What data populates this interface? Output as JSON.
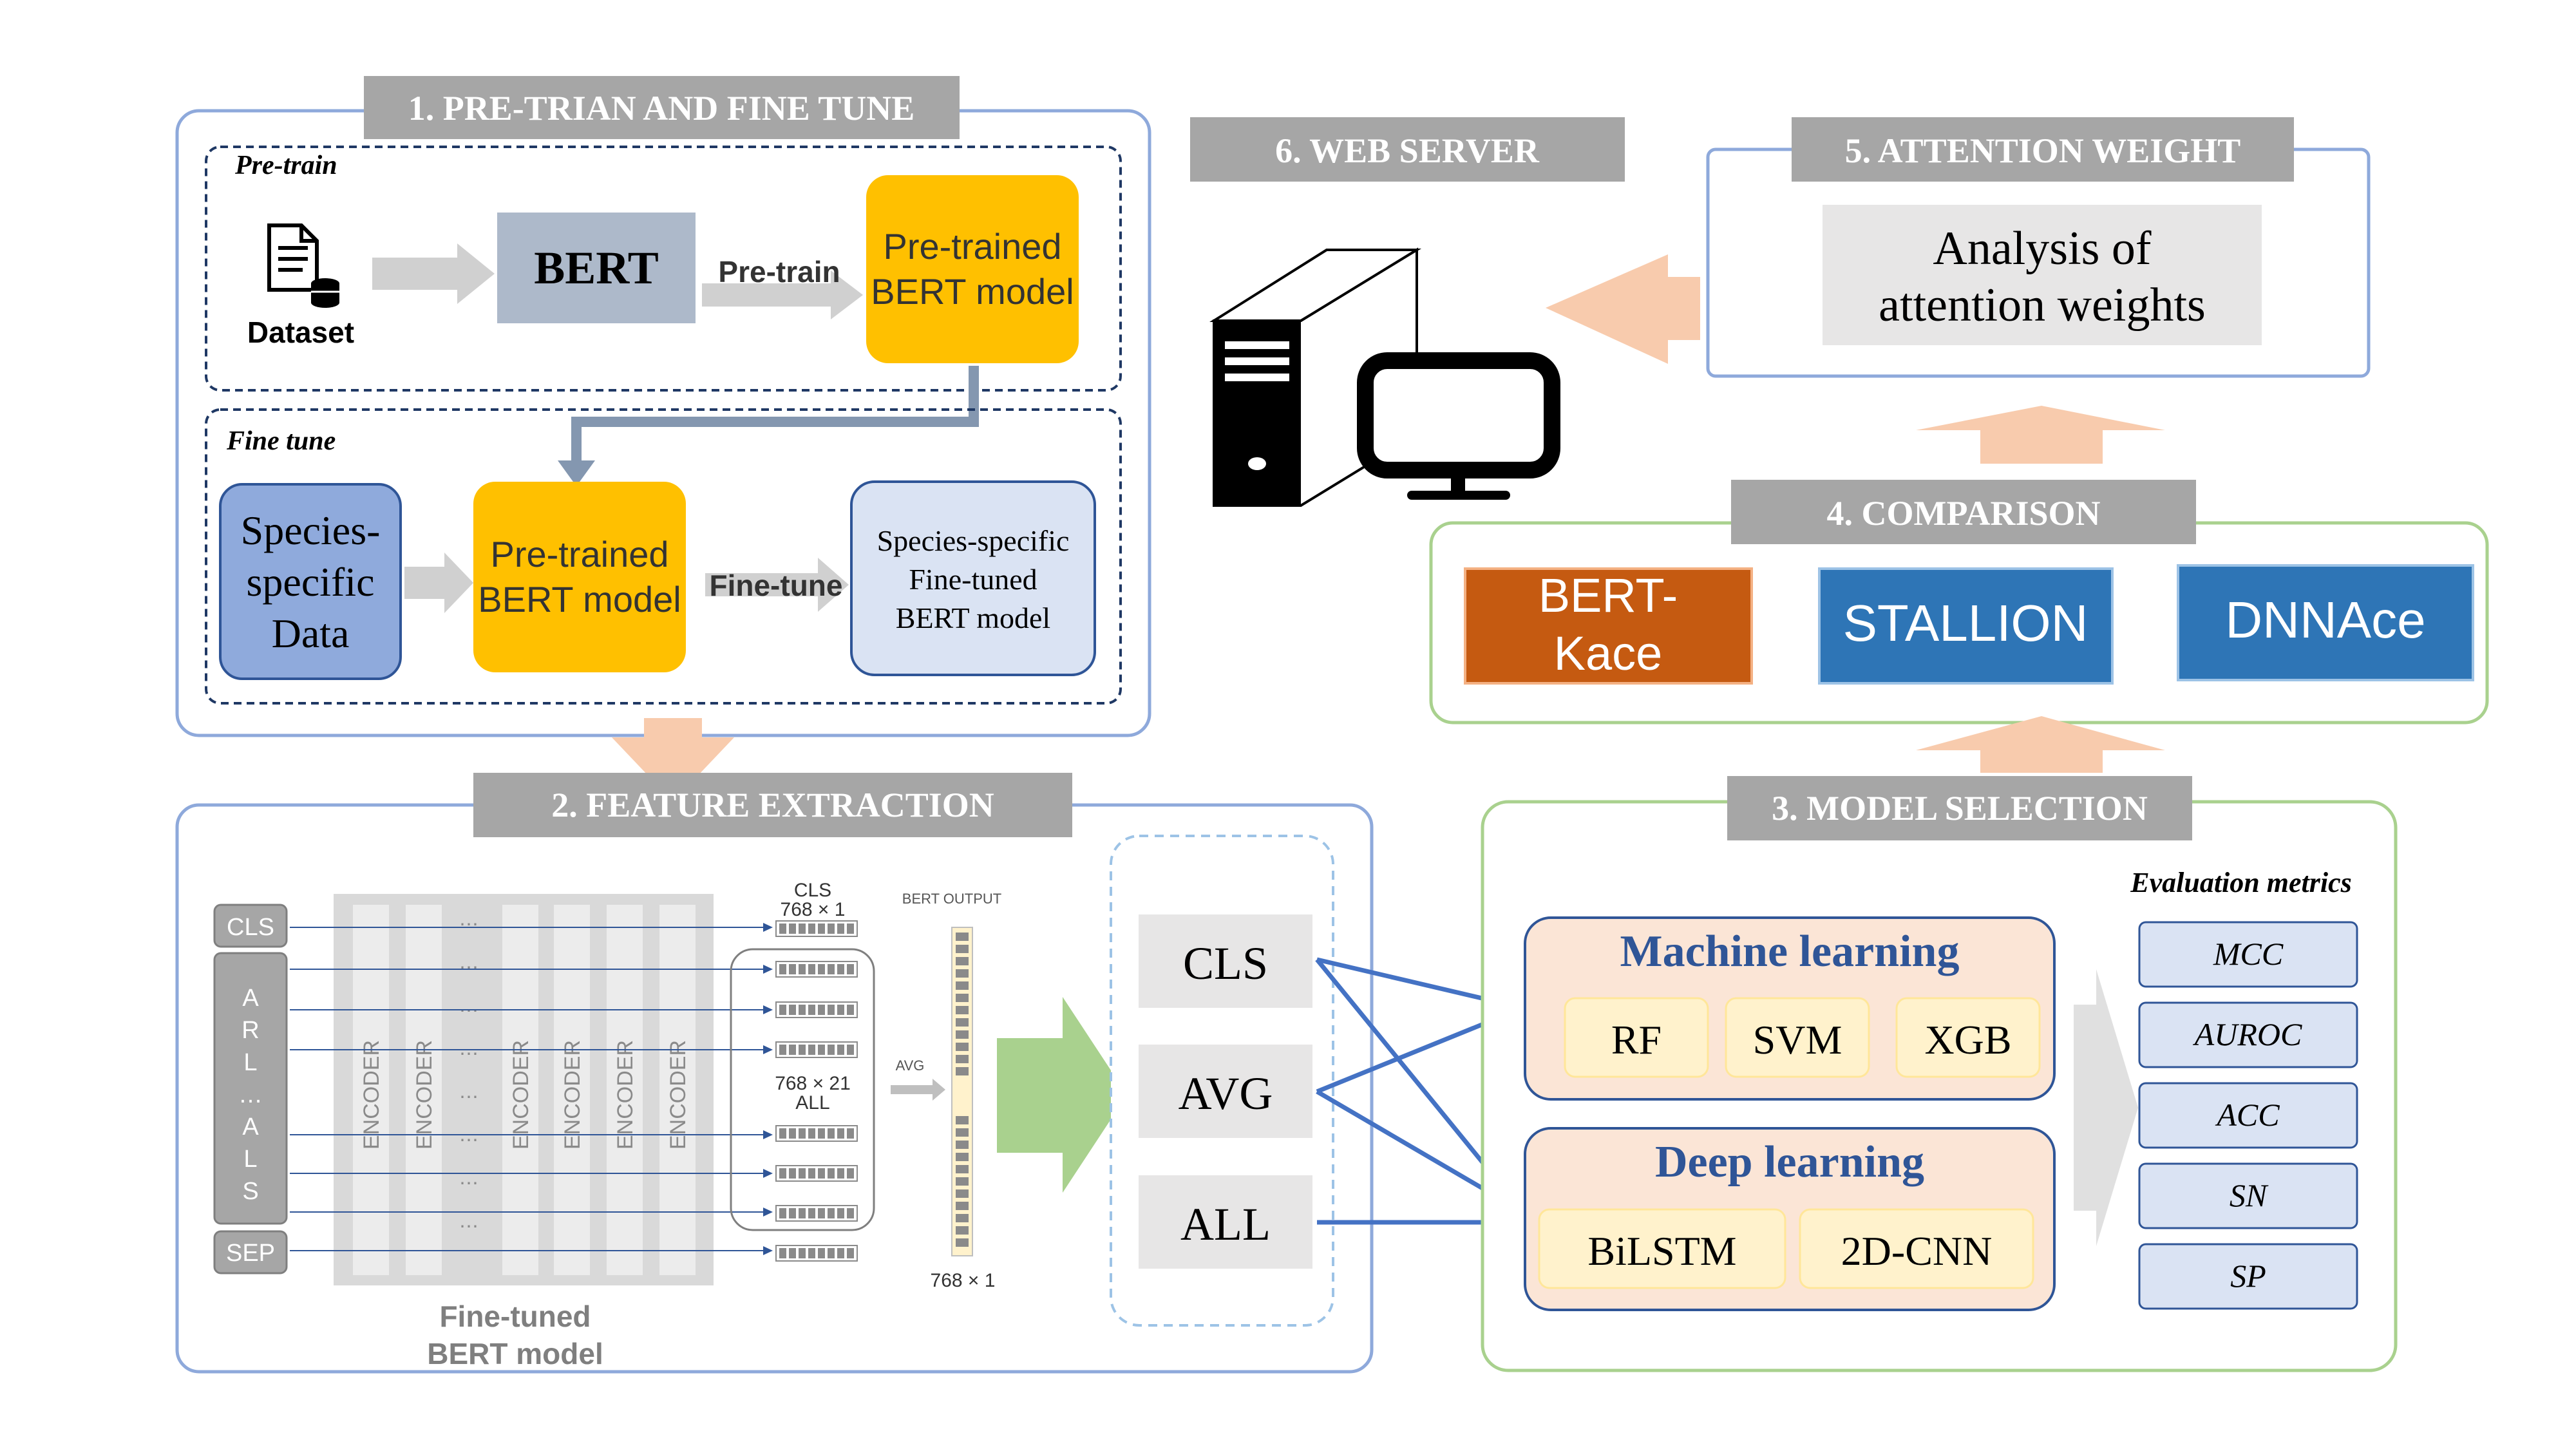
{
  "sections": {
    "pretrain": {
      "title": "1. PRE-TRIAN AND FINE TUNE"
    },
    "feature": {
      "title": "2. FEATURE EXTRACTION"
    },
    "selection": {
      "title": "3. MODEL  SELECTION"
    },
    "comparison": {
      "title": "4. COMPARISON"
    },
    "attention": {
      "title": "5. ATTENTION WEIGHT"
    },
    "webserver": {
      "title": "6. WEB SERVER"
    }
  },
  "pretrain_box": {
    "label": "Pre-train",
    "dataset_label": "Dataset",
    "bert_label": "BERT",
    "arrow_label": "Pre-train",
    "pretrained_line1": "Pre-trained",
    "pretrained_line2": "BERT model"
  },
  "finetune_box": {
    "label": "Fine tune",
    "data_line1": "Species-",
    "data_line2": "specific",
    "data_line3": "Data",
    "pretrained_line1": "Pre-trained",
    "pretrained_line2": "BERT model",
    "arrow_label": "Fine-tune",
    "result_line1": "Species-specific",
    "result_line2": "Fine-tuned",
    "result_line3": "BERT model"
  },
  "attention_box": {
    "line1": "Analysis of",
    "line2": "attention weights"
  },
  "comparison_models": [
    "BERT-\nKace",
    "STALLION",
    "DNNAce"
  ],
  "feature_box": {
    "tokens_cls": "CLS",
    "tokens_sep": "SEP",
    "token_letters": [
      "A",
      "R",
      "L",
      "…",
      "A",
      "L",
      "S"
    ],
    "encoder_label": "ENCODER",
    "encoder_dots": "⋯",
    "cls_dim_line1": "CLS",
    "cls_dim_line2": "768 × 1",
    "all_dim_line1": "768 × 21",
    "all_dim_line2": "ALL",
    "bert_output_label": "BERT OUTPUT",
    "avg_label": "AVG",
    "output_dim": "768 × 1",
    "finetuned_line1": "Fine-tuned",
    "finetuned_line2": "BERT model",
    "features": [
      "CLS",
      "AVG",
      "ALL"
    ]
  },
  "selection_box": {
    "ml_title": "Machine learning",
    "ml_models": [
      "RF",
      "SVM",
      "XGB"
    ],
    "dl_title": "Deep learning",
    "dl_models": [
      "BiLSTM",
      "2D-CNN"
    ],
    "metrics_title": "Evaluation metrics",
    "metrics": [
      "MCC",
      "AUROC",
      "ACC",
      "SN",
      "SP"
    ]
  },
  "colors": {
    "section_border": "#8ea9db",
    "green_border": "#a9d18e",
    "header_fill": "#a6a6a6",
    "orange_fill": "#ffc000",
    "light_blue": "#dae3f3",
    "species_blue": "#8faadc",
    "peach_arrow": "#f8cbad",
    "bert_kace": "#c55a11",
    "stallion_blue": "#2e75b6",
    "ml_panel": "#fbe5d6",
    "model_chip": "#fff2cc",
    "link_blue": "#4472c4",
    "green_arrow": "#a9d18e"
  }
}
